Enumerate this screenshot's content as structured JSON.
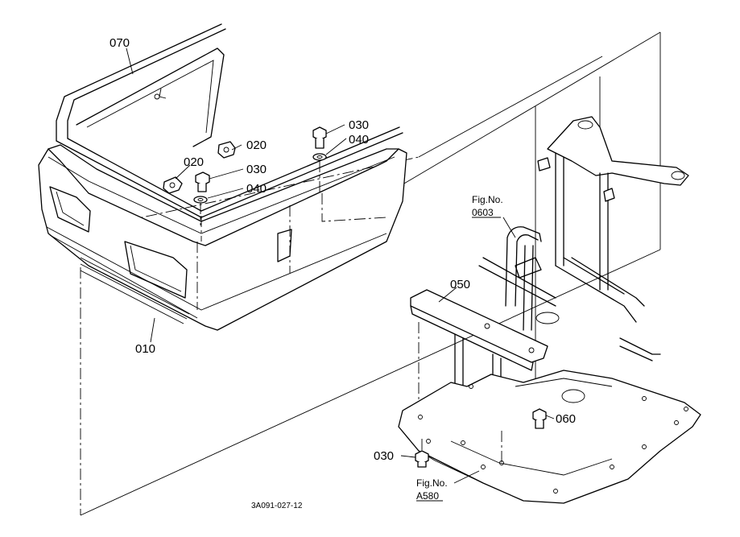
{
  "parts": {
    "p070": "070",
    "p020a": "020",
    "p030a": "030",
    "p040a": "040",
    "p020b": "020",
    "p030b": "030",
    "p040b": "040",
    "p010": "010",
    "p050": "050",
    "p060": "060",
    "p030c": "030"
  },
  "refs": {
    "fig_label_1": "Fig.No.",
    "fig_number_1": "0603",
    "fig_label_2": "Fig.No.",
    "fig_number_2": "A580"
  },
  "drawing_id": "3A091-027-12"
}
